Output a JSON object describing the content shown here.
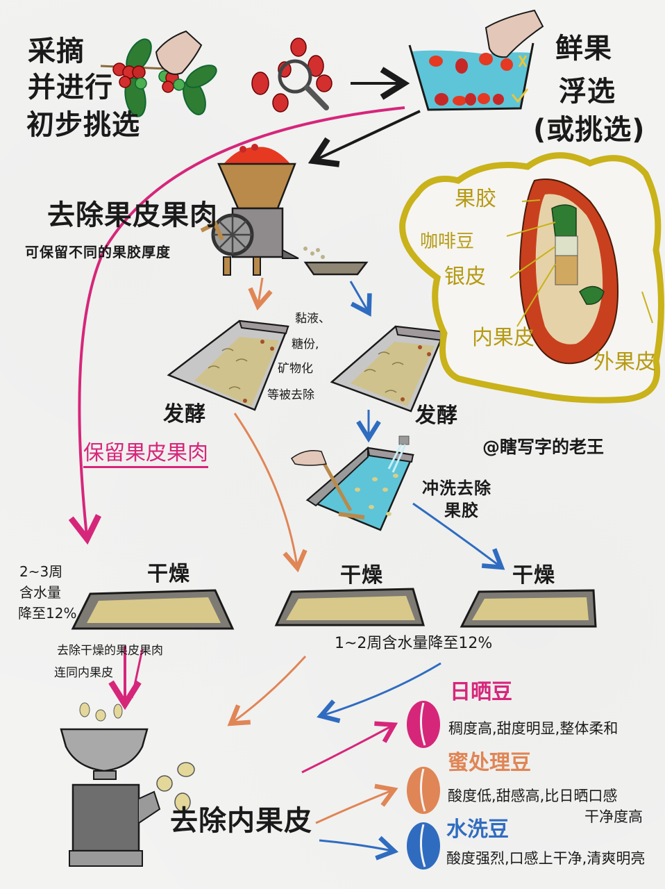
{
  "title": "咖啡生豆处理流程",
  "watermark": "@瞎写字的老王",
  "colors": {
    "natural": "#d6267a",
    "honey": "#e08555",
    "washed": "#2f6cc0",
    "callout": "#c9b21a",
    "text": "#1a1a1a",
    "background": "#f3f3f2"
  },
  "steps": {
    "harvest": [
      "采摘",
      "并进行",
      "初步挑选"
    ],
    "float_sort": [
      "鲜果",
      "浮选",
      "(或挑选)"
    ],
    "pulping": {
      "title": "去除果皮果肉",
      "note": "可保留不同的果胶厚度"
    },
    "fermentation_left": "发酵",
    "fermentation_right": "发酵",
    "mucilage_note": [
      "黏液、",
      "糖份,",
      "矿物化",
      "等被去除"
    ],
    "washing": [
      "冲洗去除",
      "果胶"
    ],
    "keep_pulp": "保留果皮果肉",
    "drying_labels": [
      "干燥",
      "干燥",
      "干燥"
    ],
    "natural_drying_note": [
      "2~3周",
      "含水量",
      "降至12%"
    ],
    "drying_note": "1~2周含水量降至12%",
    "hulling_note": [
      "去除干燥的果皮果肉",
      "连同内果皮"
    ],
    "hulling": "去除内果皮"
  },
  "cherry_anatomy": {
    "labels": [
      "果胶",
      "咖啡豆",
      "银皮",
      "内果皮",
      "外果皮"
    ]
  },
  "results": [
    {
      "name": "日晒豆",
      "desc": "稠度高,甜度明显,整体柔和",
      "color": "#d6267a"
    },
    {
      "name": "蜜处理豆",
      "desc": "酸度低,甜感高,比日晒口感",
      "desc2": "干净度高",
      "color": "#e08555"
    },
    {
      "name": "水洗豆",
      "desc": "酸度强烈,口感上干净,清爽明亮",
      "color": "#2f6cc0"
    }
  ]
}
